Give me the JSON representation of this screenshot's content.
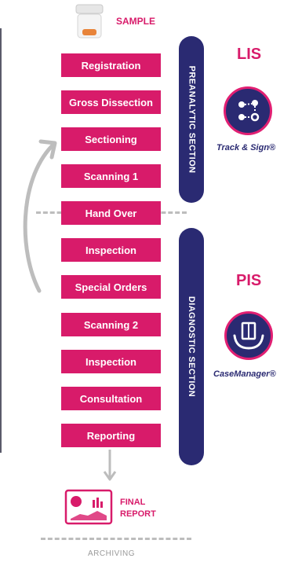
{
  "sample": {
    "label": "SAMPLE"
  },
  "steps": [
    "Registration",
    "Gross Dissection",
    "Sectioning",
    "Scanning 1",
    "Hand Over",
    "Inspection",
    "Special Orders",
    "Scanning 2",
    "Inspection",
    "Consultation",
    "Reporting"
  ],
  "sections": {
    "preanalytic": "PREANALYTIC SECTION",
    "diagnostic": "DIAGNOSTIC SECTION"
  },
  "systems": {
    "lis": {
      "title": "LIS",
      "product": "Track & Sign®",
      "icon": "track-and-sign-icon"
    },
    "pis": {
      "title": "PIS",
      "product": "CaseManager®",
      "icon": "case-manager-icon"
    }
  },
  "final_report": {
    "line1": "FINAL",
    "line2": "REPORT"
  },
  "archiving": {
    "label": "ARCHIVING"
  },
  "colors": {
    "accent": "#d81b6a",
    "navy": "#2a2a72",
    "grey": "#bdbdbd"
  }
}
